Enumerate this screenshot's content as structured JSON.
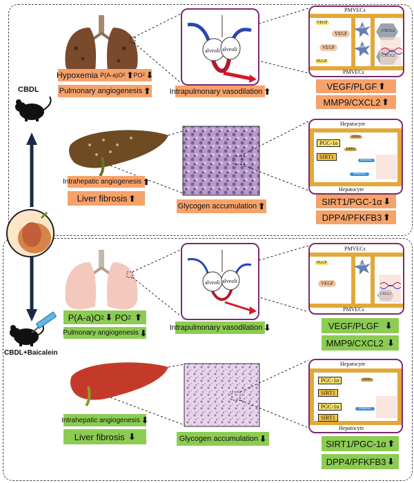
{
  "groups": {
    "cbdl": "CBDL",
    "treated": "CBDL+Baicalein"
  },
  "top": {
    "lung": {
      "hypoxemia": "Hypoxemia",
      "gradient_text": "P(A-a)O",
      "po2_text": "PO",
      "angiogenesis": "Pulmonary angiogenesis",
      "vasodilation": "Intrapulmonary  vasodilation"
    },
    "alveoli": "alveoli",
    "pmvec_box": {
      "top_label": "PMVECs",
      "bottom_label": "PMVECs",
      "items": [
        "VEGF",
        "VEGF",
        "VEGF",
        "PLGF",
        "MMP9",
        "CXCL2",
        "CXCL2",
        "MMP9"
      ]
    },
    "markers_lung": [
      "VEGF/PLGF",
      "MMP9/CXCL2"
    ],
    "liver": {
      "angiogenesis": "Intrahepatic angiogenesis",
      "fibrosis": "Liver fibrosis",
      "glycogen": "Glycogen accumulation"
    },
    "hep_box": {
      "top_label": "Hepatocyte",
      "bottom_label": "Hepatocyte",
      "items": [
        "PGC-1α",
        "SIRT1",
        "DPP4",
        "DPP4",
        "PFKFB3",
        "PFKFB3"
      ]
    },
    "markers_liver": [
      "SIRT1/PGC-1α",
      "DPP4/PFKFB3"
    ]
  },
  "bottom": {
    "lung": {
      "gradient_text": "P(A-a)O",
      "po2_text": "PO",
      "angiogenesis": "Pulmonary angiogenesis",
      "vasodilation": "Intrapulmonary  vasodilation"
    },
    "alveoli": "alveoli",
    "pmvec_box": {
      "top_label": "PMVECs",
      "bottom_label": "PMVECs",
      "items": [
        "PLGF",
        "VEGF",
        "MMP9",
        "CXCL2"
      ]
    },
    "markers_lung": [
      "VEGF/PLGF",
      "MMP9/CXCL2"
    ],
    "liver": {
      "angiogenesis": "Intrahepatic angiogenesis",
      "fibrosis": "Liver fibrosis",
      "glycogen": "Glycogen  accumulation"
    },
    "hep_box": {
      "top_label": "Hepatocyte",
      "bottom_label": "Hepatocyte",
      "items": [
        "PGC-1α",
        "SIRT1",
        "PGC-1α",
        "SIRT1",
        "DPP4",
        "PFKFB3"
      ]
    },
    "markers_liver": [
      "SIRT1/PGC-1α",
      "DPP4/PFKFB3"
    ]
  },
  "arrows": {
    "up": "⬆",
    "down": "⬇",
    "subscript2": "2"
  },
  "colors": {
    "up_label_bg": "#f6a26b",
    "down_label_bg": "#8ccc52",
    "box_border": "#7a2a6e",
    "membrane": "#e2a83a"
  }
}
